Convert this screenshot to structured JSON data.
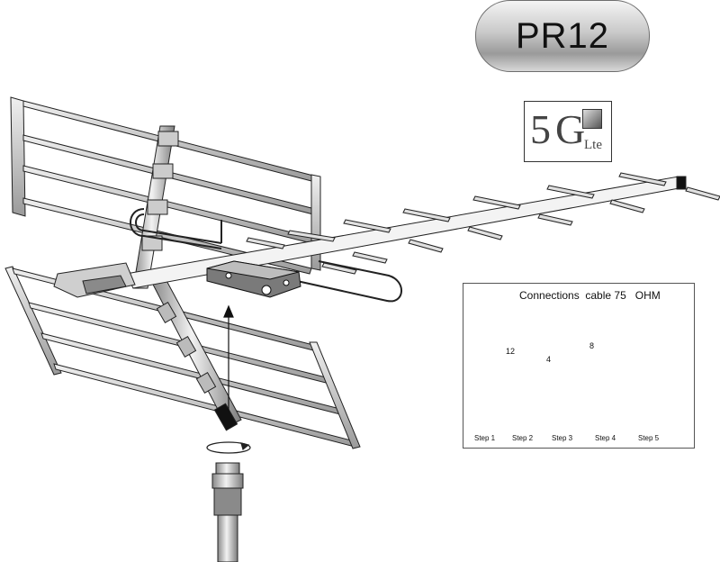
{
  "product": {
    "model": "PR12"
  },
  "badge": {
    "big_number": "5",
    "letter": "G",
    "suffix": "Lte",
    "icon": "signal-icon"
  },
  "connections": {
    "title": "Connections  cable 75   OHM",
    "dims": {
      "d1": "12",
      "d2": "4",
      "d3": "8"
    },
    "steps": [
      "Step  1",
      "Step  2",
      "Step  3",
      "Step  4",
      "Step  5"
    ]
  },
  "colors": {
    "metal_light": "#e6e6e6",
    "metal_mid": "#a8a8a8",
    "outline": "#222222"
  }
}
